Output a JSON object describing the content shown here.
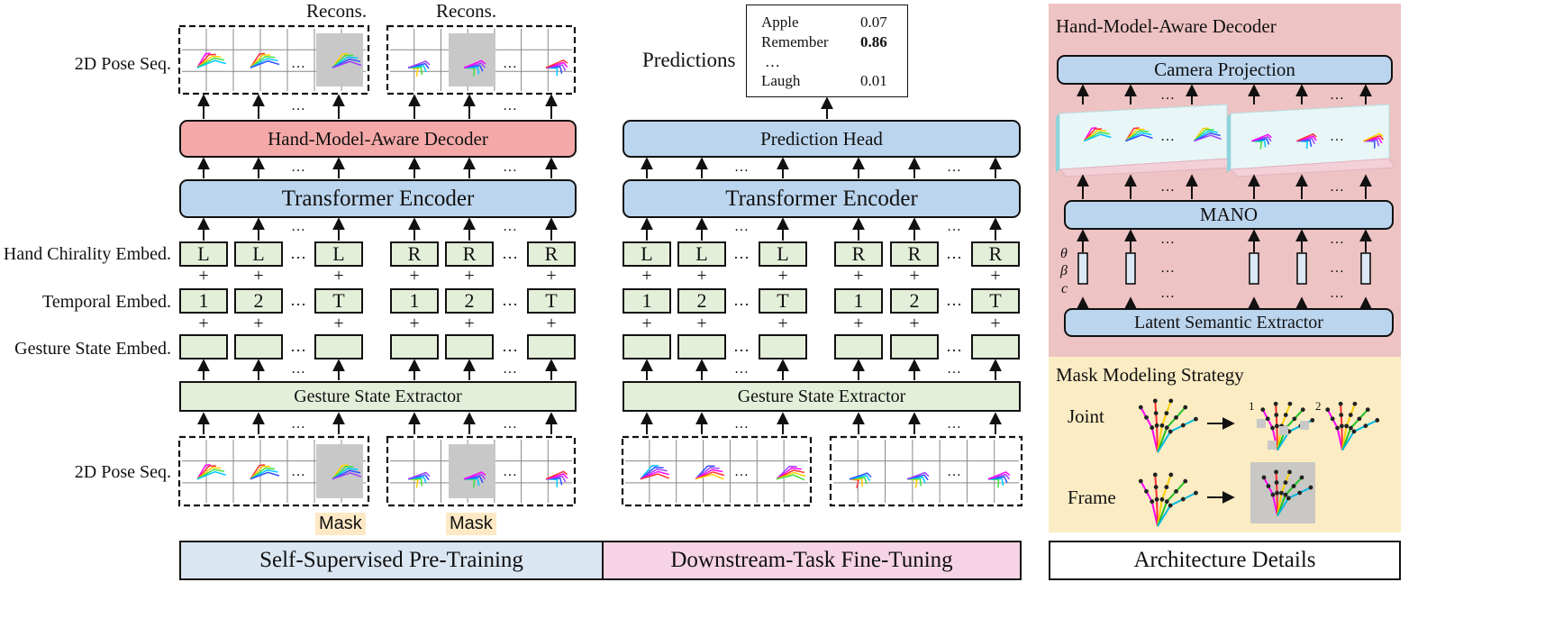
{
  "left_labels": {
    "pose_seq_top": "2D Pose Seq.",
    "hand_chirality": "Hand Chirality Embed.",
    "temporal": "Temporal Embed.",
    "gesture_state": "Gesture State Embed.",
    "pose_seq_bottom": "2D Pose Seq."
  },
  "recons": [
    "Recons.",
    "Recons."
  ],
  "pretrain": {
    "decoder": "Hand-Model-Aware Decoder",
    "encoder": "Transformer Encoder",
    "extractor": "Gesture State Extractor",
    "chirality_tokens": [
      "L",
      "L",
      "L",
      "R",
      "R",
      "R"
    ],
    "temporal_tokens": [
      "1",
      "2",
      "T",
      "1",
      "2",
      "T"
    ],
    "mask_labels": [
      "Mask",
      "Mask"
    ]
  },
  "finetune": {
    "predictions_label": "Predictions",
    "predictions": [
      {
        "word": "Apple",
        "score": "0.07",
        "bold": false
      },
      {
        "word": "Remember",
        "score": "0.86",
        "bold": true
      },
      {
        "word": "…",
        "score": "",
        "bold": false
      },
      {
        "word": "Laugh",
        "score": "0.01",
        "bold": false
      }
    ],
    "head": "Prediction Head",
    "encoder": "Transformer Encoder",
    "extractor": "Gesture State Extractor",
    "chirality_tokens": [
      "L",
      "L",
      "L",
      "R",
      "R",
      "R"
    ],
    "temporal_tokens": [
      "1",
      "2",
      "T",
      "1",
      "2",
      "T"
    ]
  },
  "details": {
    "title": "Hand-Model-Aware Decoder",
    "camera": "Camera Projection",
    "mano": "MANO",
    "latent": "Latent Semantic Extractor",
    "params": [
      "θ",
      "β",
      "c"
    ],
    "mask_title": "Mask Modeling Strategy",
    "joint_label": "Joint",
    "frame_label": "Frame",
    "step_labels": [
      "1",
      "2"
    ]
  },
  "bottom": {
    "pretrain": "Self-Supervised Pre-Training",
    "finetune": "Downstream-Task Fine-Tuning",
    "details": "Architecture Details"
  },
  "ellipsis": "…",
  "colors": {
    "blue_block": "#bcd5ee",
    "red_block": "#f4a9a8",
    "green_block": "#e4efda",
    "details_top_bg": "#eec3c3",
    "details_bottom_bg": "#fbecc4",
    "pretrain_banner": "#dae6f2",
    "finetune_banner": "#f6d3e5",
    "mask_highlight": "#fde9c6"
  }
}
